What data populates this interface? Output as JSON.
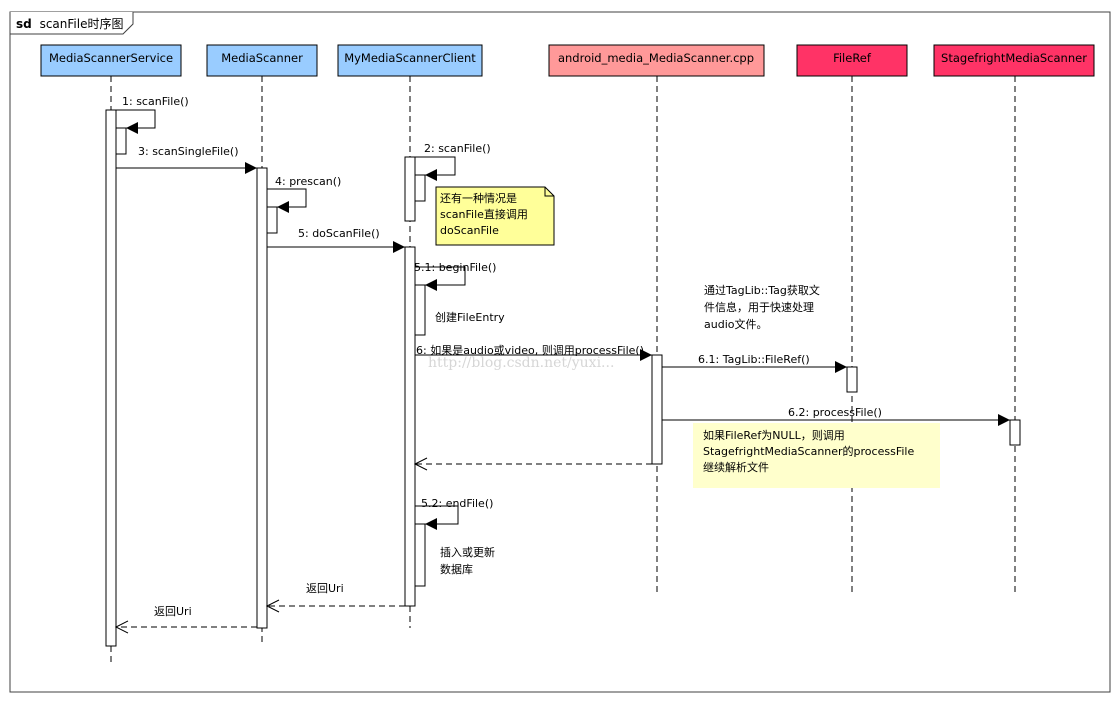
{
  "frame": {
    "keyword": "sd",
    "title": "scanFile时序图"
  },
  "participants": [
    {
      "id": "mss",
      "label": "MediaScannerService",
      "fill": "#99ccff"
    },
    {
      "id": "ms",
      "label": "MediaScanner",
      "fill": "#99ccff"
    },
    {
      "id": "mmsc",
      "label": "MyMediaScannerClient",
      "fill": "#99ccff"
    },
    {
      "id": "amms",
      "label": "android_media_MediaScanner.cpp",
      "fill": "#ff9999"
    },
    {
      "id": "fr",
      "label": "FileRef",
      "fill": "#ff3366"
    },
    {
      "id": "sms",
      "label": "StagefrightMediaScanner",
      "fill": "#ff3366"
    }
  ],
  "messages": [
    {
      "id": "m1",
      "label": "1: scanFile()",
      "from": "mss",
      "to": "mss",
      "kind": "self"
    },
    {
      "id": "m3",
      "label": "3: scanSingleFile()",
      "from": "mss",
      "to": "ms",
      "kind": "sync"
    },
    {
      "id": "m2",
      "label": "2: scanFile()",
      "from": "mmsc",
      "to": "mmsc",
      "kind": "self"
    },
    {
      "id": "m4",
      "label": "4: prescan()",
      "from": "ms",
      "to": "ms",
      "kind": "self"
    },
    {
      "id": "m5",
      "label": "5: doScanFile()",
      "from": "ms",
      "to": "mmsc",
      "kind": "sync"
    },
    {
      "id": "m51",
      "label": "5.1: beginFile()",
      "from": "mmsc",
      "to": "mmsc",
      "kind": "self"
    },
    {
      "id": "m6",
      "label": "6: 如果是audio或video, 则调用processFile()",
      "from": "mmsc",
      "to": "amms",
      "kind": "sync"
    },
    {
      "id": "m61",
      "label": "6.1: TagLib::FileRef()",
      "from": "amms",
      "to": "fr",
      "kind": "sync"
    },
    {
      "id": "m62",
      "label": "6.2: processFile()",
      "from": "amms",
      "to": "sms",
      "kind": "sync"
    },
    {
      "id": "r6",
      "label": "",
      "from": "amms",
      "to": "mmsc",
      "kind": "return"
    },
    {
      "id": "m52",
      "label": "5.2: endFile()",
      "from": "mmsc",
      "to": "mmsc",
      "kind": "self"
    },
    {
      "id": "r5",
      "label": "返回Uri",
      "from": "mmsc",
      "to": "ms",
      "kind": "return"
    },
    {
      "id": "r3",
      "label": "返回Uri",
      "from": "ms",
      "to": "mss",
      "kind": "return"
    }
  ],
  "notes": [
    {
      "id": "note-scanfile",
      "lines": [
        "还有一种情况是",
        "scanFile直接调用",
        "doScanFile"
      ],
      "fill": "#ffff99"
    },
    {
      "id": "note-filenull",
      "lines": [
        "如果FileRef为NULL，则调用",
        "StagefrightMediaScanner的processFile",
        "继续解析文件"
      ],
      "fill": "#ffffcc"
    }
  ],
  "comments": [
    {
      "id": "comment-fileentry",
      "lines": [
        "创建FileEntry"
      ]
    },
    {
      "id": "comment-taglib",
      "lines": [
        "通过TagLib::Tag获取文",
        "件信息，用于快速处理",
        "audio文件。"
      ]
    },
    {
      "id": "comment-db",
      "lines": [
        "插入或更新",
        "数据库"
      ]
    }
  ],
  "watermark": "http://blog.csdn.net/yuxi..."
}
